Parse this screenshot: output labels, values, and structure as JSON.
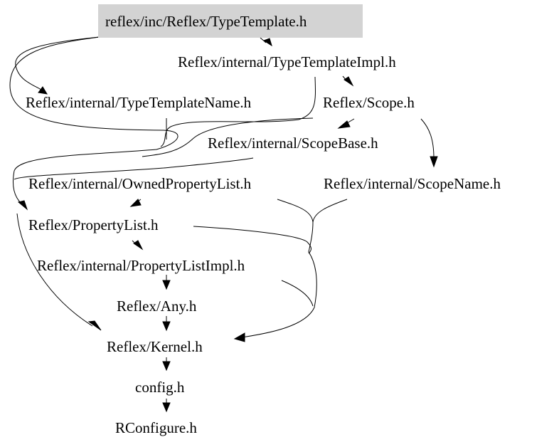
{
  "graph": {
    "root": "reflex/inc/Reflex/TypeTemplate.h",
    "nodes": {
      "root": "reflex/inc/Reflex/TypeTemplate.h",
      "type_template_impl": "Reflex/internal/TypeTemplateImpl.h",
      "type_template_name": "Reflex/internal/TypeTemplateName.h",
      "scope": "Reflex/Scope.h",
      "scope_base": "Reflex/internal/ScopeBase.h",
      "owned_property_list": "Reflex/internal/OwnedPropertyList.h",
      "scope_name": "Reflex/internal/ScopeName.h",
      "property_list": "Reflex/PropertyList.h",
      "property_list_impl": "Reflex/internal/PropertyListImpl.h",
      "any": "Reflex/Any.h",
      "kernel": "Reflex/Kernel.h",
      "config": "config.h",
      "rconfigure": "RConfigure.h"
    },
    "edges": [
      [
        "root",
        "type_template_impl"
      ],
      [
        "root",
        "type_template_name"
      ],
      [
        "root",
        "property_list"
      ],
      [
        "root",
        "kernel"
      ],
      [
        "type_template_impl",
        "scope"
      ],
      [
        "type_template_impl",
        "property_list"
      ],
      [
        "type_template_name",
        "property_list"
      ],
      [
        "scope",
        "scope_base"
      ],
      [
        "scope",
        "scope_name"
      ],
      [
        "scope",
        "kernel"
      ],
      [
        "scope_base",
        "owned_property_list"
      ],
      [
        "owned_property_list",
        "property_list"
      ],
      [
        "owned_property_list",
        "kernel"
      ],
      [
        "property_list",
        "property_list_impl"
      ],
      [
        "property_list",
        "kernel"
      ],
      [
        "property_list_impl",
        "any"
      ],
      [
        "property_list_impl",
        "kernel"
      ],
      [
        "any",
        "kernel"
      ],
      [
        "kernel",
        "config"
      ],
      [
        "config",
        "rconfigure"
      ]
    ]
  }
}
